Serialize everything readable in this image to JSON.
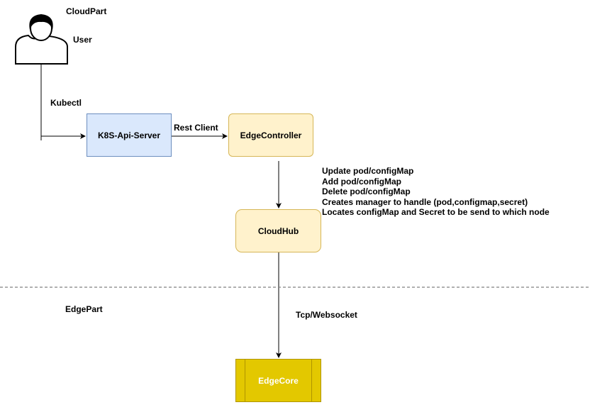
{
  "regions": {
    "cloud": "CloudPart",
    "edge": "EdgePart"
  },
  "user": {
    "label": "User",
    "icon": "user-icon"
  },
  "nodes": {
    "k8s_api_server": "K8S-Api-Server",
    "edge_controller": "EdgeController",
    "cloud_hub": "CloudHub",
    "edge_core": "EdgeCore"
  },
  "edges": {
    "user_to_api": "Kubectl",
    "api_to_controller": "Rest Client",
    "hub_to_core": "Tcp/Websocket"
  },
  "controller_notes": [
    "Update pod/configMap",
    "Add pod/configMap",
    "Delete pod/configMap",
    "Creates manager to handle (pod,configmap,secret)",
    "Locates configMap and Secret to be send to which node"
  ],
  "colors": {
    "api_fill": "#dae8fc",
    "api_stroke": "#6c8ebf",
    "controller_fill": "#fff2cc",
    "controller_stroke": "#d6b656",
    "edgecore_fill": "#e3c800",
    "edgecore_stroke": "#b09500",
    "separator": "#808080"
  }
}
